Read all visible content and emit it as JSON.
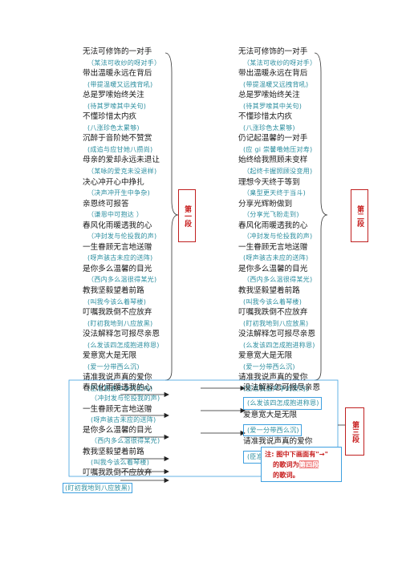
{
  "col_a": [
    {
      "t": "无法可修饰的一对手",
      "k": "main"
    },
    {
      "t": "（某法可收纱的呀对手）",
      "k": "sub"
    },
    {
      "t": "带出温暖永远在背后",
      "k": "main"
    },
    {
      "t": "(带提温暖又远拽背吼)",
      "k": "sub"
    },
    {
      "t": "总是罗嗦始终关注",
      "k": "main"
    },
    {
      "t": "(待其罗嗦其中关句)",
      "k": "sub"
    },
    {
      "t": "不懂珍惜太内疚",
      "k": "main"
    },
    {
      "t": "(八涨珍色太累够)",
      "k": "sub"
    },
    {
      "t": "沉醉于音阶她不赞赏",
      "k": "main"
    },
    {
      "t": "(成追与应甘她八攒尚)",
      "k": "sub"
    },
    {
      "t": "母亲的爱却永远未退让",
      "k": "main"
    },
    {
      "t": "（某咏的爱克未没退样)",
      "k": "sub"
    },
    {
      "t": "决心冲开心中挣扎",
      "k": "main"
    },
    {
      "t": "（决声冲开生中争杂)",
      "k": "sub"
    },
    {
      "t": "亲恩终可报答",
      "k": "main"
    },
    {
      "t": "（谦恩中可抱达 ）",
      "k": "sub"
    },
    {
      "t": "春风化雨暖透我的心",
      "k": "main"
    },
    {
      "t": "（冲封发与伦投我的声)",
      "k": "sub"
    },
    {
      "t": "一生眷顾无言地送赠",
      "k": "main"
    },
    {
      "t": "(呀声骇古未应的送阵)",
      "k": "sub"
    },
    {
      "t": "是你多么温馨的目光",
      "k": "main"
    },
    {
      "t": "（西内多么温很得某光)",
      "k": "sub"
    },
    {
      "t": "教我坚毅望着前路",
      "k": "main"
    },
    {
      "t": "(叫我今该么着琴楼)",
      "k": "sub"
    },
    {
      "t": "叮嘱我跌倒不应放弃",
      "k": "main"
    },
    {
      "t": "(盯初我地到八应放黑)",
      "k": "sub"
    },
    {
      "t": "没法解释怎可报尽亲恩",
      "k": "main"
    },
    {
      "t": "(么发该四怎成抱进称恩)",
      "k": "sub"
    },
    {
      "t": "爱意宽大是无限",
      "k": "main"
    },
    {
      "t": "(爱一分带西么沉)",
      "k": "sub"
    },
    {
      "t": "请准我说声真的爱你",
      "k": "main"
    },
    {
      "t": "(臣准我虚声争的爱内)",
      "k": "sub"
    }
  ],
  "col_b": [
    {
      "t": "无法可修饰的一对手",
      "k": "main"
    },
    {
      "t": "（某法可收纱的呀对手）",
      "k": "sub"
    },
    {
      "t": "带出温暖永远在背后",
      "k": "main"
    },
    {
      "t": "(带提温暖又远拽背吼)",
      "k": "sub"
    },
    {
      "t": "总是罗嗦始终关注",
      "k": "main"
    },
    {
      "t": "(待其罗嗦其中关句)",
      "k": "sub"
    },
    {
      "t": "不懂珍惜太内疚",
      "k": "main"
    },
    {
      "t": "(八涨珍色太累够)",
      "k": "sub"
    },
    {
      "t": "仍记起温馨的一对手",
      "k": "main"
    },
    {
      "t": "(应 gi 崇馨嘞她压对寿)",
      "k": "sub"
    },
    {
      "t": "始终给我照顾未变样",
      "k": "main"
    },
    {
      "t": "（起终卡握照顾没变用)",
      "k": "sub"
    },
    {
      "t": "理想今天终于等到",
      "k": "main"
    },
    {
      "t": "（臬型更天终于当斗)",
      "k": "sub"
    },
    {
      "t": "分享光辉盼做到",
      "k": "main"
    },
    {
      "t": "（分享光飞盼走到)",
      "k": "sub"
    },
    {
      "t": "春风化雨暖透我的心",
      "k": "main"
    },
    {
      "t": "（冲封发与伦投我的声)",
      "k": "sub"
    },
    {
      "t": "一生眷顾无言地送赠",
      "k": "main"
    },
    {
      "t": "(呀声骇古未应的送阵)",
      "k": "sub"
    },
    {
      "t": "是你多么温馨的目光",
      "k": "main"
    },
    {
      "t": "（西内多么温很得某光)",
      "k": "sub"
    },
    {
      "t": "教我坚毅望着前路",
      "k": "main"
    },
    {
      "t": "(叫我今该么着琴楼)",
      "k": "sub"
    },
    {
      "t": "叮嘱我跌倒不应放弃",
      "k": "main"
    },
    {
      "t": "(盯初我地到八应放黑)",
      "k": "sub"
    },
    {
      "t": "没法解释怎可报尽亲恩",
      "k": "main"
    },
    {
      "t": "(么发该四怎成抱进称恩)",
      "k": "sub"
    },
    {
      "t": "爱意宽大是无限",
      "k": "main"
    },
    {
      "t": "(爱一分带西么沉)",
      "k": "sub"
    },
    {
      "t": "请准我说声真的爱你",
      "k": "main"
    },
    {
      "t": "(臣准我虚声争的爱内)",
      "k": "sub"
    }
  ],
  "col_c": [
    {
      "t": "春风化雨暖透我的心",
      "k": "main"
    },
    {
      "t": "（冲封发与伦投我的声)",
      "k": "sub"
    },
    {
      "t": "一生眷顾无言地送赠",
      "k": "main"
    },
    {
      "t": "(呀声骇古未应的送阵)",
      "k": "sub"
    },
    {
      "t": "是你多么温馨的目光",
      "k": "main"
    },
    {
      "t": "（西内多么温很得某光)",
      "k": "sub"
    },
    {
      "t": "教我坚毅望着前路",
      "k": "main"
    },
    {
      "t": "(叫我今该么着琴楼)",
      "k": "sub"
    },
    {
      "t": "叮嘱我跌倒不应放弃",
      "k": "main"
    }
  ],
  "col_c_last": "(盯初我地到八应放黑)",
  "col_d": [
    {
      "t": "没法解释怎可报尽亲恩",
      "k": "main"
    },
    {
      "t": "(么发该四怎成抱进称恩)",
      "k": "sub"
    },
    {
      "t": "爱意宽大是无限",
      "k": "main"
    },
    {
      "t": "(爱一分带西么沉)",
      "k": "sub"
    },
    {
      "t": "请准我说声真的爱你",
      "k": "main"
    },
    {
      "t": "(臣准我虚声争的爱内)",
      "k": "sub"
    }
  ],
  "labels": {
    "section1": "第一段",
    "section2": "第二段",
    "section3": "第三段"
  },
  "note": {
    "line1": "注: 图中下画面有\"→\"",
    "line2_pre": "的歌词为",
    "line2_hl": "第四段",
    "line3": "的歌词。"
  },
  "colors": {
    "main_text": "#1a1a1a",
    "romanization_text": "#2e8fa0",
    "label_border": "#c02020",
    "label_text": "#c82020",
    "frame_blue": "#3ea0e0",
    "highlight": "#f08080"
  }
}
